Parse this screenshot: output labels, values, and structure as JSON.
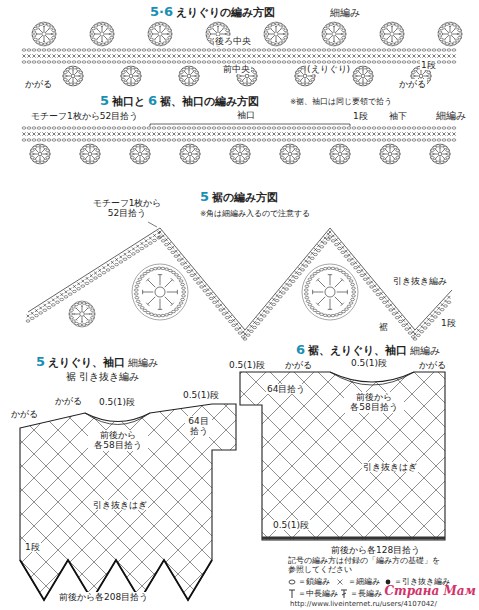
{
  "diagram": {
    "labels": [
      "5·6",
      "えりぐりの編み方図",
      "細編み",
      "後ろ中央",
      "前中央",
      "(えりぐり)",
      "かがる",
      "1段",
      "かがる",
      "5",
      "袖口と",
      "6",
      "裾、袖口の編み方図",
      "※裾、袖口は同じ要領で拾う",
      "細編み",
      "モチーフ1枚から52目拾う",
      "袖口",
      "1段",
      "袖下",
      "5",
      "裾の編み方図",
      "モチーフ1枚から 52目拾う",
      "※角は細編み入るので注意する",
      "引き抜き編み",
      "1段",
      "裾",
      "5",
      "えりぐり、袖口",
      "細編み",
      "裾",
      "引き抜き編み",
      "かがる",
      "かがる",
      "0.5(1)段",
      "前後から 各58目拾う",
      "0.5(1)段",
      "64目 拾う",
      "引き抜きはぎ",
      "1段",
      "前後から各208目拾う",
      "6",
      "裾、えりぐり、袖口",
      "細編み",
      "0.5(1)段",
      "64目拾う",
      "かがる",
      "0.5(1)段",
      "かがる",
      "前後から 各58目拾う",
      "引き抜きはぎ",
      "0.5(1)段",
      "前後から各128目拾う",
      "記号の編み方は付録の「編み方の基礎」を 参照してください",
      "http://www.liveinternet.ru/users/4107042/",
      "Страна Мам"
    ],
    "legend": [
      {
        "text": "＝鎖編み"
      },
      {
        "text": "＝細編み"
      },
      {
        "text": "＝引き抜き編み"
      },
      {
        "text": "＝中長編み"
      },
      {
        "text": "＝長編み"
      }
    ]
  }
}
